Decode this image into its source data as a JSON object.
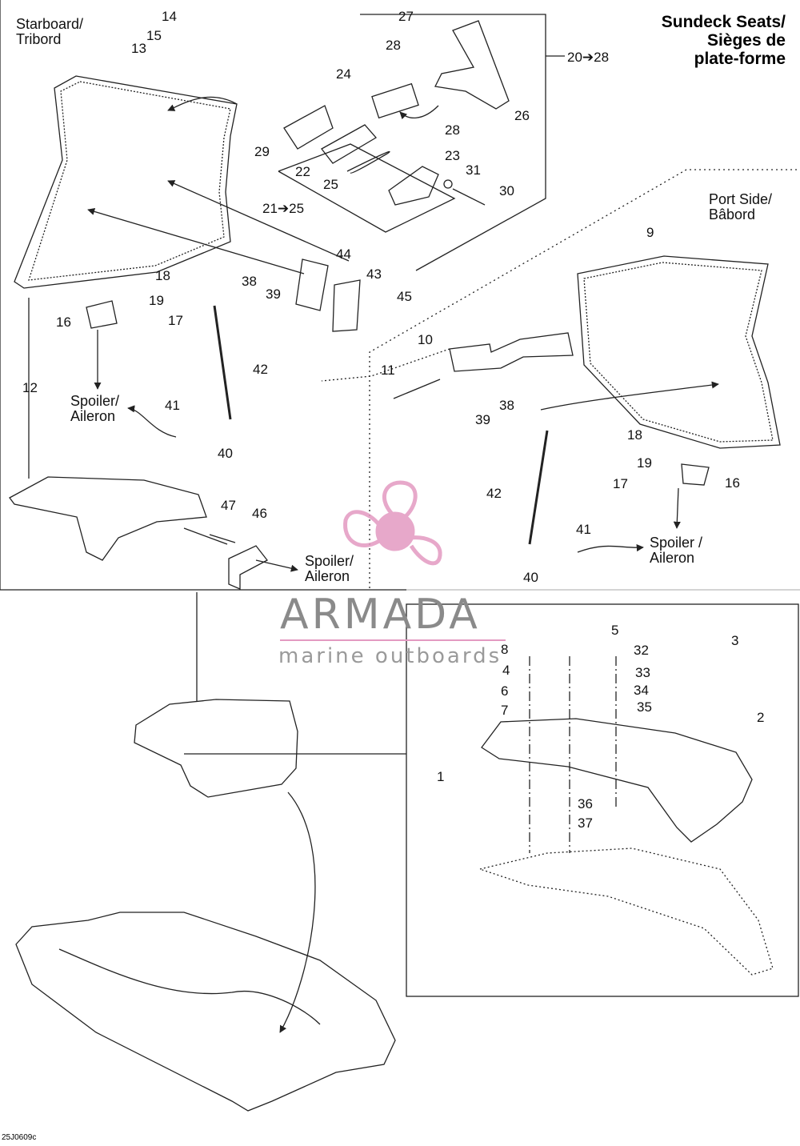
{
  "title": {
    "line1": "Sundeck Seats/",
    "line2": "Sièges de",
    "line3": "plate-forme"
  },
  "labels": {
    "starboard": [
      "Starboard/",
      "Tribord"
    ],
    "port": [
      "Port Side/",
      "Bâbord"
    ],
    "spoiler_left": [
      "Spoiler/",
      "Aileron"
    ],
    "spoiler_right": [
      "Spoiler /",
      "Aileron"
    ],
    "spoiler_bottom": [
      "Spoiler/",
      "Aileron"
    ]
  },
  "watermark": {
    "brand": "ARMADA",
    "tagline": "marine outboards"
  },
  "figure_code": "25J0609c",
  "colors": {
    "line": "#222222",
    "watermark_pink": "#e39ac1",
    "watermark_gray": "#8a8a8a"
  },
  "callouts": {
    "c14": "14",
    "c15": "15",
    "c13": "13",
    "c27": "27",
    "c28a": "28",
    "c28b": "28",
    "c26": "26",
    "c24": "24",
    "c29": "29",
    "c22": "22",
    "c25": "25",
    "c23": "23",
    "c31": "31",
    "c30": "30",
    "range_20_28": "20➔28",
    "range_21_25": "21➔25",
    "c9": "9",
    "c10": "10",
    "c11": "11",
    "c12": "12",
    "c18a": "18",
    "c19a": "19",
    "c16a": "16",
    "c17a": "17",
    "c38a": "38",
    "c39a": "39",
    "c44": "44",
    "c43": "43",
    "c45": "45",
    "c42a": "42",
    "c41a": "41",
    "c40a": "40",
    "c47": "47",
    "c46": "46",
    "c38b": "38",
    "c39b": "39",
    "c18b": "18",
    "c19b": "19",
    "c16b": "16",
    "c17b": "17",
    "c42b": "42",
    "c41b": "41",
    "c40b": "40",
    "c8": "8",
    "c5": "5",
    "c4": "4",
    "c6": "6",
    "c7": "7",
    "c32": "32",
    "c33": "33",
    "c34": "34",
    "c35": "35",
    "c3": "3",
    "c2": "2",
    "c1": "1",
    "c36": "36",
    "c37": "37"
  }
}
